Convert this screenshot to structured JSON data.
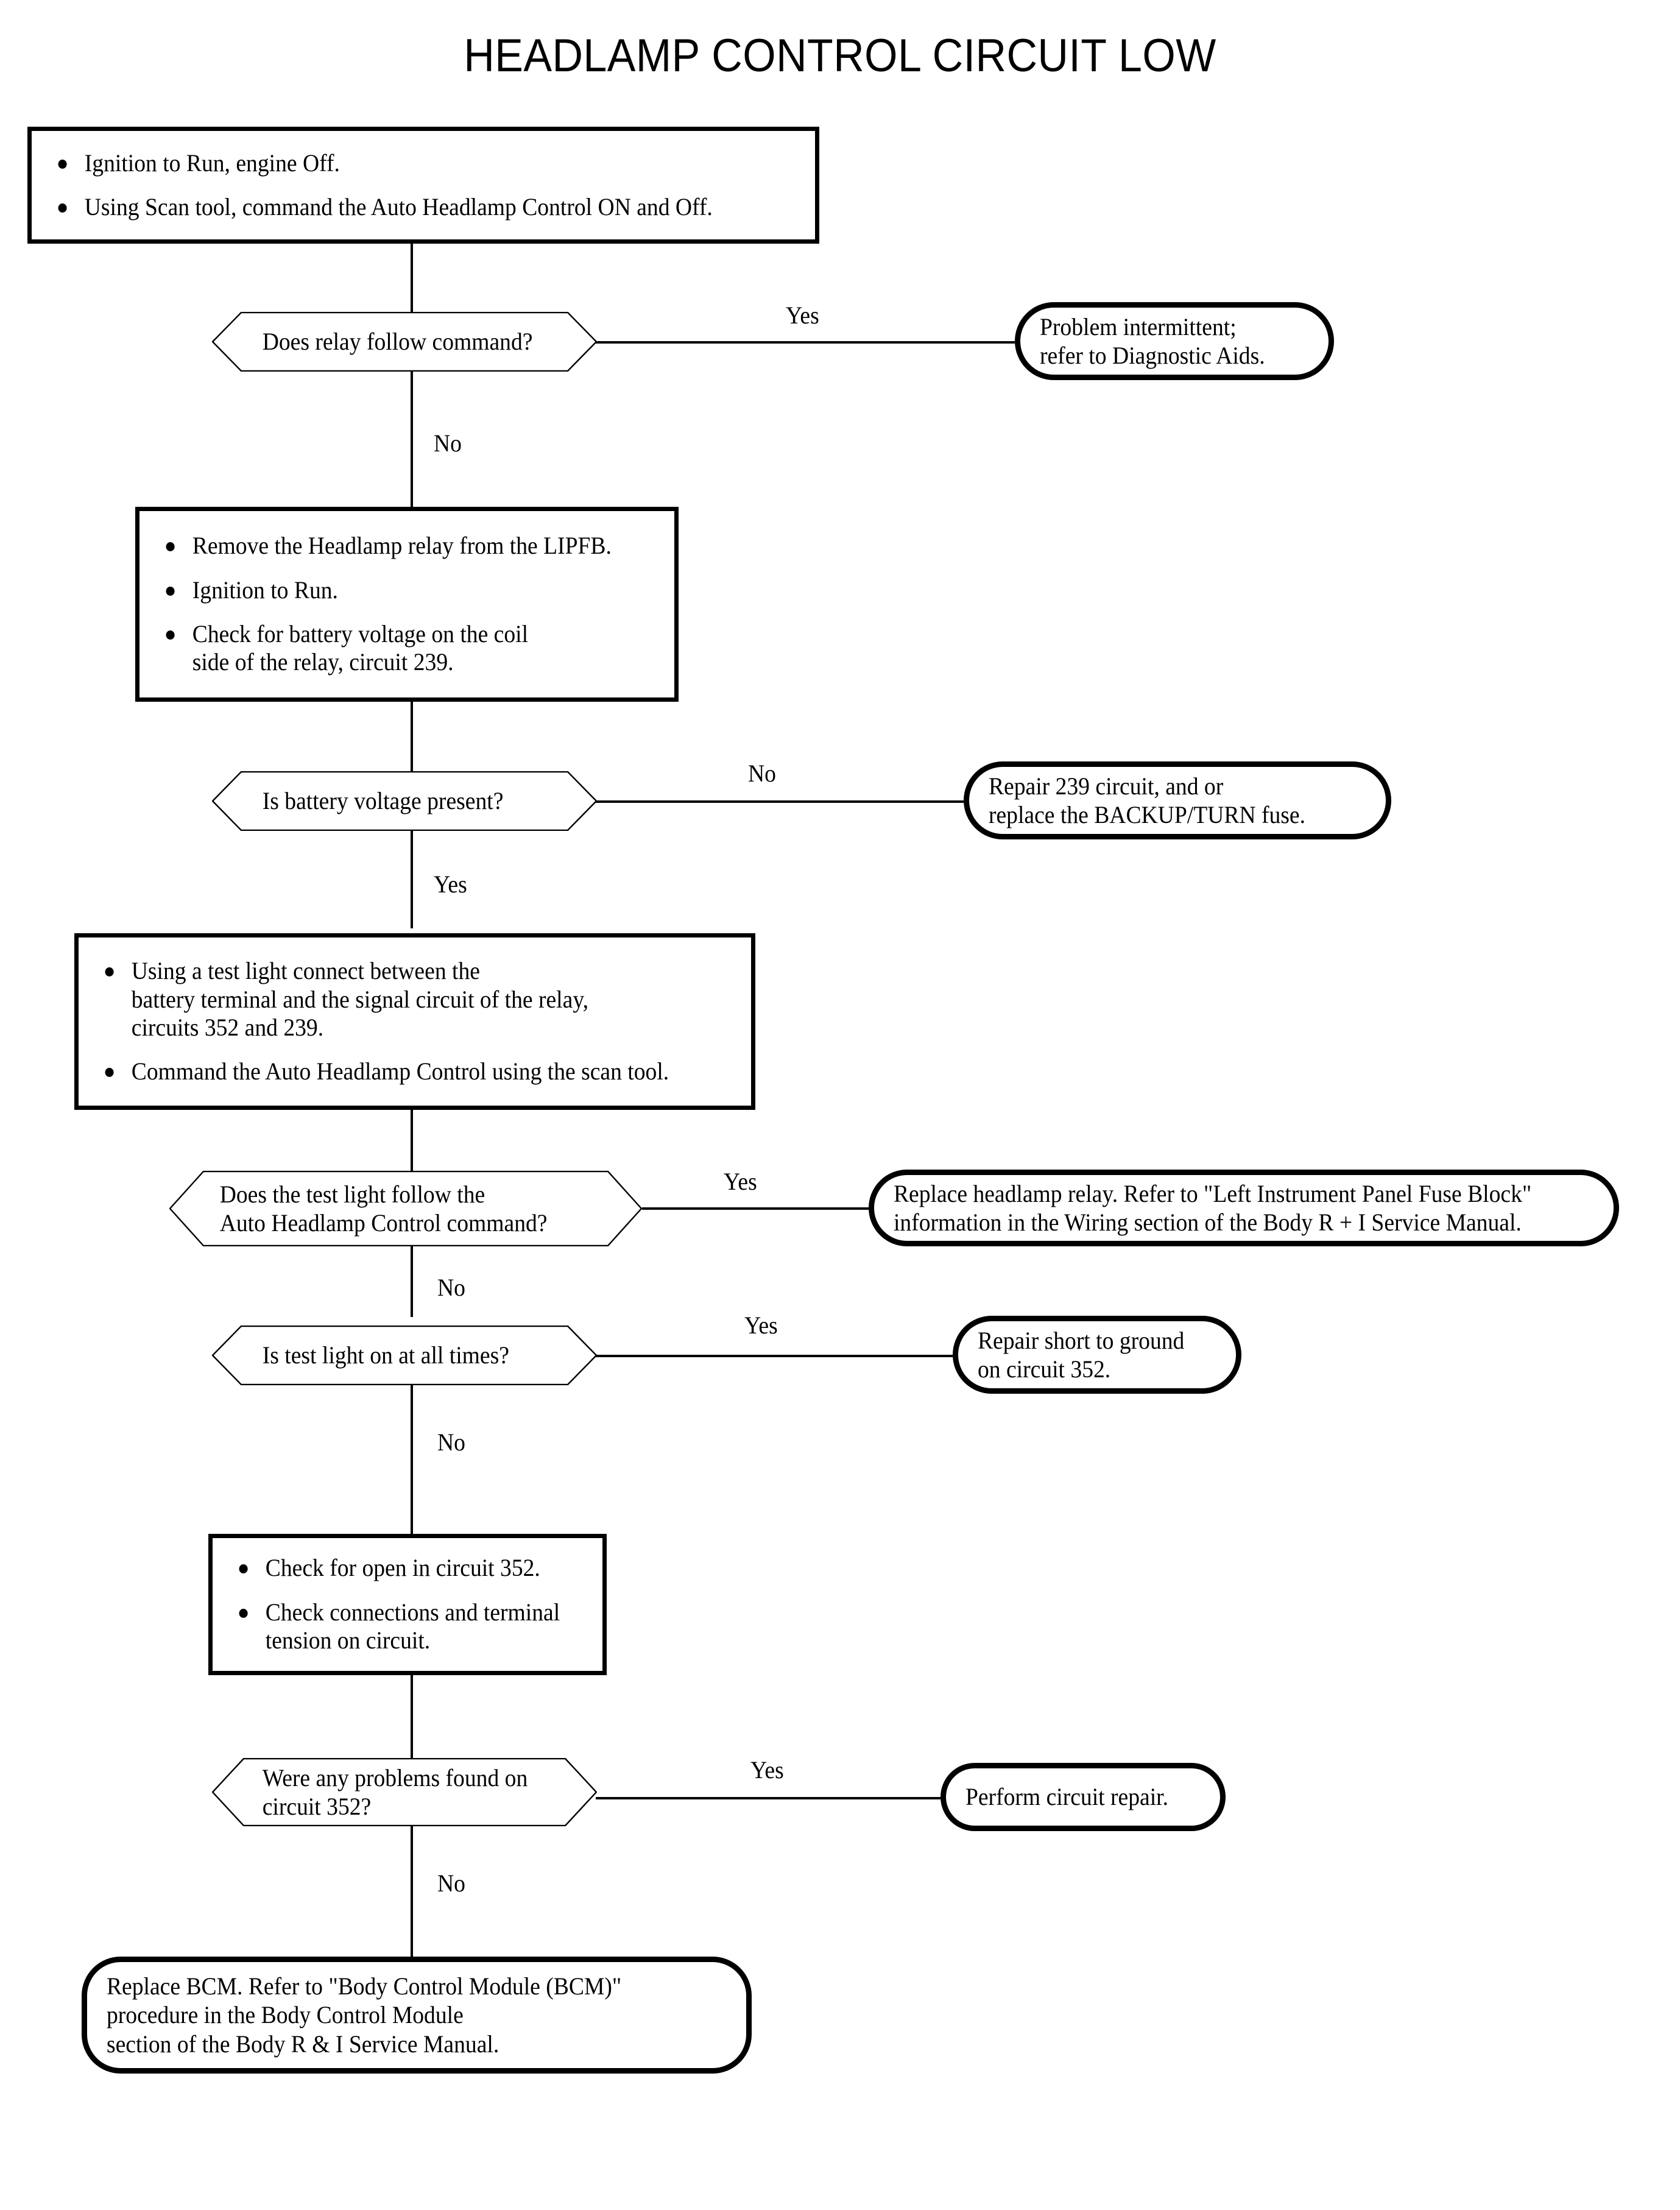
{
  "title": "HEADLAMP CONTROL CIRCUIT LOW",
  "nodes": {
    "step1": {
      "bullets": [
        "Ignition to Run,  engine Off.",
        "Using Scan tool, command the Auto Headlamp Control ON and Off."
      ]
    },
    "decision1": {
      "text": "Does relay follow command?"
    },
    "result1": {
      "text": "Problem intermittent;\nrefer to Diagnostic Aids."
    },
    "step2": {
      "bullets": [
        "Remove the Headlamp relay from the LIPFB.",
        "Ignition to Run.",
        "Check for battery voltage on the coil\nside of the relay, circuit 239."
      ]
    },
    "decision2": {
      "text": "Is battery voltage present?"
    },
    "result2": {
      "text": "Repair 239 circuit, and or\nreplace the BACKUP/TURN fuse."
    },
    "step3": {
      "bullets": [
        "Using a test light connect between the\nbattery terminal and the signal circuit of the relay,\ncircuits 352 and 239.",
        "Command the Auto Headlamp Control using the scan tool."
      ]
    },
    "decision3": {
      "text": "Does the test light follow the\nAuto Headlamp Control command?"
    },
    "result3": {
      "text": "Replace headlamp relay. Refer to \"Left Instrument Panel Fuse Block\"\ninformation in the Wiring section of the Body R + I Service Manual."
    },
    "decision4": {
      "text": "Is test light on at all times?"
    },
    "result4": {
      "text": "Repair short to ground\non circuit 352."
    },
    "step4": {
      "bullets": [
        "Check for open in circuit 352.",
        "Check connections and terminal\ntension on circuit."
      ]
    },
    "decision5": {
      "text": "Were any problems found on\ncircuit 352?"
    },
    "result5": {
      "text": "Perform circuit repair."
    },
    "final": {
      "text": "Replace BCM. Refer to \"Body Control Module (BCM)\"\nprocedure in the Body Control Module\nsection of the Body R & I Service Manual."
    }
  },
  "branches": {
    "yes1": "Yes",
    "no1": "No",
    "no2": "No",
    "yes2": "Yes",
    "yes3": "Yes",
    "no3": "No",
    "yes4": "Yes",
    "no4": "No",
    "yes5": "Yes",
    "no5": "No"
  },
  "colors": {
    "ink": "#000000",
    "paper": "#ffffff"
  }
}
